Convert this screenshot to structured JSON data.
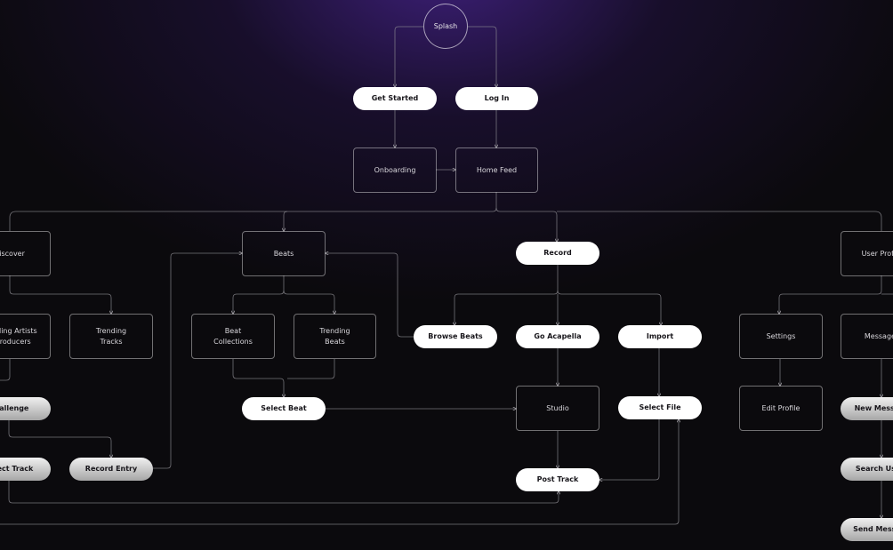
{
  "diagram": {
    "nodes": {
      "splash": "Splash",
      "get_started": "Get Started",
      "log_in": "Log In",
      "onboarding": "Onboarding",
      "home_feed": "Home Feed",
      "discover": "Discover",
      "beats": "Beats",
      "record": "Record",
      "user_profile": "User Profile",
      "trending_artists": "Trending Artists\n& Producers",
      "trending_tracks": "Trending\nTracks",
      "beat_collections": "Beat\nCollections",
      "trending_beats": "Trending\nBeats",
      "browse_beats": "Browse Beats",
      "go_acapella": "Go Acapella",
      "import": "Import",
      "settings": "Settings",
      "messages": "Messages",
      "challenge": "Challenge",
      "select_beat": "Select Beat",
      "studio": "Studio",
      "select_file": "Select File",
      "edit_profile": "Edit Profile",
      "new_message": "New Message",
      "select_track": "Select Track",
      "record_entry": "Record Entry",
      "post_track": "Post Track",
      "search_users": "Search Users",
      "send_message": "Send Message"
    },
    "colors": {
      "background": "#0b0a0d",
      "glow": "#46238c",
      "pill": "#ffffff",
      "pill_grey": "#a6a6a6",
      "wire": "#a8a6ad"
    }
  }
}
